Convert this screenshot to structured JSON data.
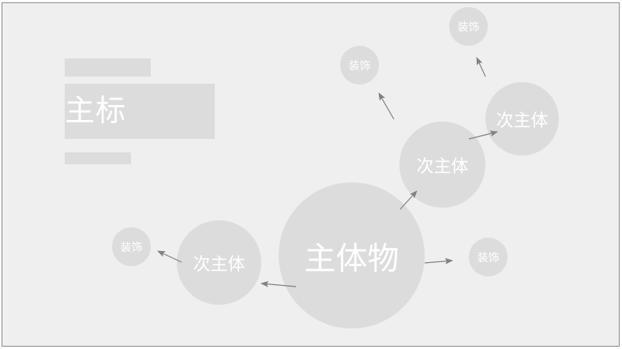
{
  "title_block": {
    "top_bar_label": "",
    "main_title": "主标",
    "bottom_bar_label": ""
  },
  "circles": {
    "main": {
      "label": "主体物"
    },
    "secondary_left": {
      "label": "次主体"
    },
    "secondary_upper": {
      "label": "次主体"
    },
    "secondary_right": {
      "label": "次主体"
    },
    "decor_left": {
      "label": "装饰"
    },
    "decor_right": {
      "label": "装饰"
    },
    "decor_upper_left": {
      "label": "装饰"
    },
    "decor_top": {
      "label": "装饰"
    }
  },
  "colors": {
    "background": "#efefef",
    "shape_fill": "#dcdcdc",
    "text": "#ffffff",
    "arrow": "#808080",
    "border": "#8a8a8a"
  }
}
